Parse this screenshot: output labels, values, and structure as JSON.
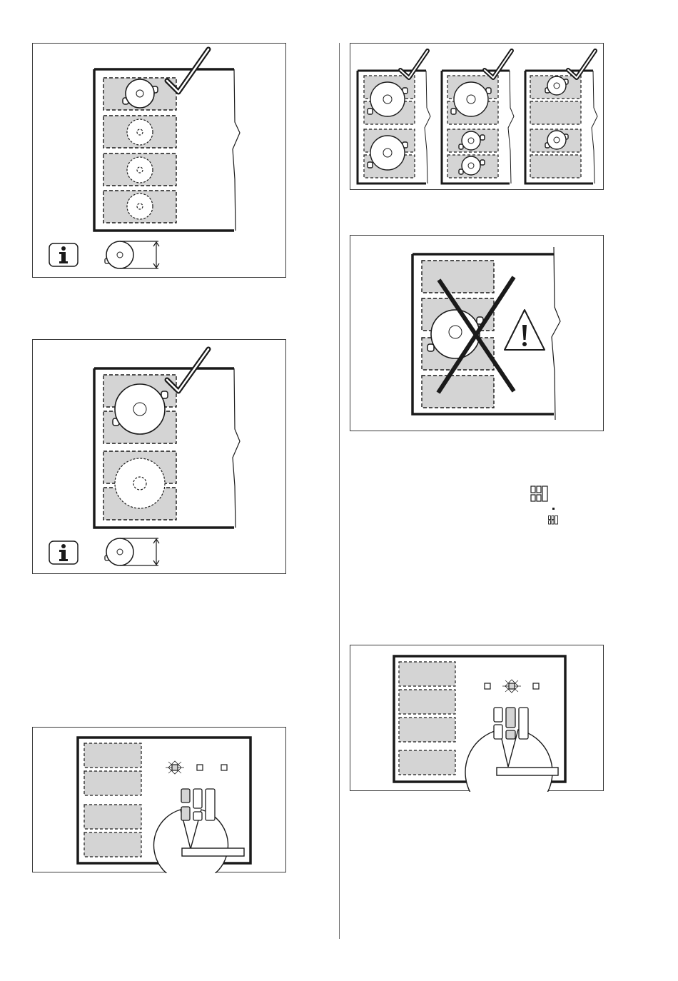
{
  "page": {
    "figures": [
      {
        "id": "fig-single-zone-pot",
        "caption": ""
      },
      {
        "id": "fig-double-zone-pot",
        "caption": ""
      },
      {
        "id": "fig-zone-combinations",
        "caption": ""
      },
      {
        "id": "fig-wrong-pot-placement",
        "caption": ""
      },
      {
        "id": "fig-control-panel-left",
        "caption": ""
      },
      {
        "id": "fig-control-panel-right",
        "caption": ""
      }
    ]
  },
  "icons": {
    "info": "info-icon",
    "check": "checkmark-icon",
    "cross": "cross-icon",
    "warning": "warning-triangle-icon",
    "bridge_symbol": "bridge-zone-symbol"
  },
  "colors": {
    "zone_fill": "#d4d4d4",
    "line": "#1a1a1a",
    "frame": "#3a3a3a",
    "background": "#ffffff"
  }
}
